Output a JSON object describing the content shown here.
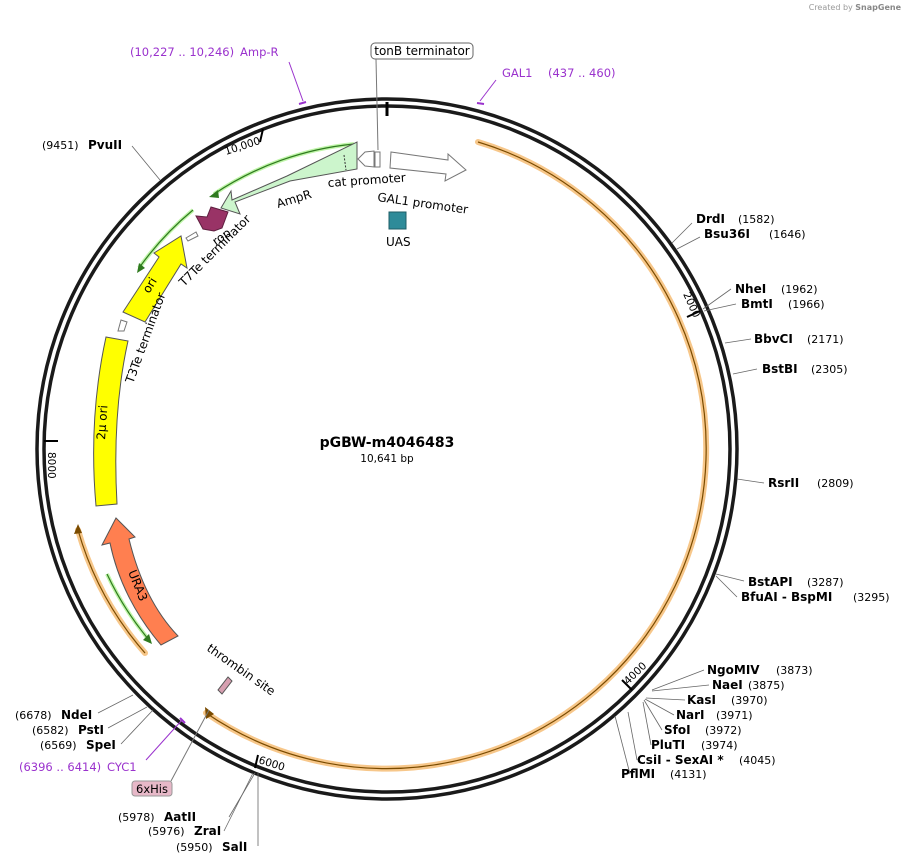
{
  "credit": {
    "prefix": "Created by",
    "brand": "SnapGene"
  },
  "plasmid": {
    "name": "pGBW-m4046483",
    "length_label": "10,641 bp",
    "length": 10641
  },
  "ticks": [
    "2000",
    "4000",
    "6000",
    "8000",
    "10,000"
  ],
  "sites": [
    {
      "name": "PvuII",
      "pos": "(9451)"
    },
    {
      "name": "DrdI",
      "pos": "(1582)"
    },
    {
      "name": "Bsu36I",
      "pos": "(1646)"
    },
    {
      "name": "NheI",
      "pos": "(1962)"
    },
    {
      "name": "BmtI",
      "pos": "(1966)"
    },
    {
      "name": "BbvCI",
      "pos": "(2171)"
    },
    {
      "name": "BstBI",
      "pos": "(2305)"
    },
    {
      "name": "RsrII",
      "pos": "(2809)"
    },
    {
      "name": "BstAPI",
      "pos": "(3287)"
    },
    {
      "name": "BfuAI - BspMI",
      "pos": "(3295)"
    },
    {
      "name": "NgoMIV",
      "pos": "(3873)"
    },
    {
      "name": "NaeI",
      "pos": "(3875)"
    },
    {
      "name": "KasI",
      "pos": "(3970)"
    },
    {
      "name": "NarI",
      "pos": "(3971)"
    },
    {
      "name": "SfoI",
      "pos": "(3972)"
    },
    {
      "name": "PluTI",
      "pos": "(3974)"
    },
    {
      "name": "CsiI - SexAI *",
      "pos": "(4045)"
    },
    {
      "name": "PflMI",
      "pos": "(4131)"
    },
    {
      "name": "AatII",
      "pos": "(5978)"
    },
    {
      "name": "ZraI",
      "pos": "(5976)"
    },
    {
      "name": "SalI",
      "pos": "(5950)"
    },
    {
      "name": "NdeI",
      "pos": "(6678)"
    },
    {
      "name": "PstI",
      "pos": "(6582)"
    },
    {
      "name": "SpeI",
      "pos": "(6569)"
    }
  ],
  "primers": [
    {
      "name": "Amp-R",
      "range": "(10,227 .. 10,246)"
    },
    {
      "name": "GAL1",
      "range": "(437 .. 460)"
    },
    {
      "name": "CYC1",
      "range": "(6396 .. 6414)"
    }
  ],
  "boxed_labels": {
    "tonb": "tonB terminator",
    "his": "6xHis"
  },
  "features": {
    "cat_promoter": "cat promoter",
    "gal1_promoter": "GAL1 promoter",
    "uas": "UAS",
    "ampr": "AmpR",
    "rop": "rop",
    "t7te": "T7Te terminator",
    "ori": "ori",
    "t3te": "T3Te terminator",
    "two_mu": "2μ ori",
    "ura3": "URA3",
    "thrombin": "thrombin site"
  },
  "colors": {
    "backbone": "#1a1a1a",
    "primer": "#9a32cd",
    "ampr": "#ccf5cc",
    "rop": "#993366",
    "ori": "#ffff00",
    "two_mu": "#ffff00",
    "ura3": "#ff7f50",
    "uas": "#2e8b99",
    "orf": "#ff8c00",
    "his": "#e7b8c8",
    "green_line": "#3a8a2a"
  }
}
